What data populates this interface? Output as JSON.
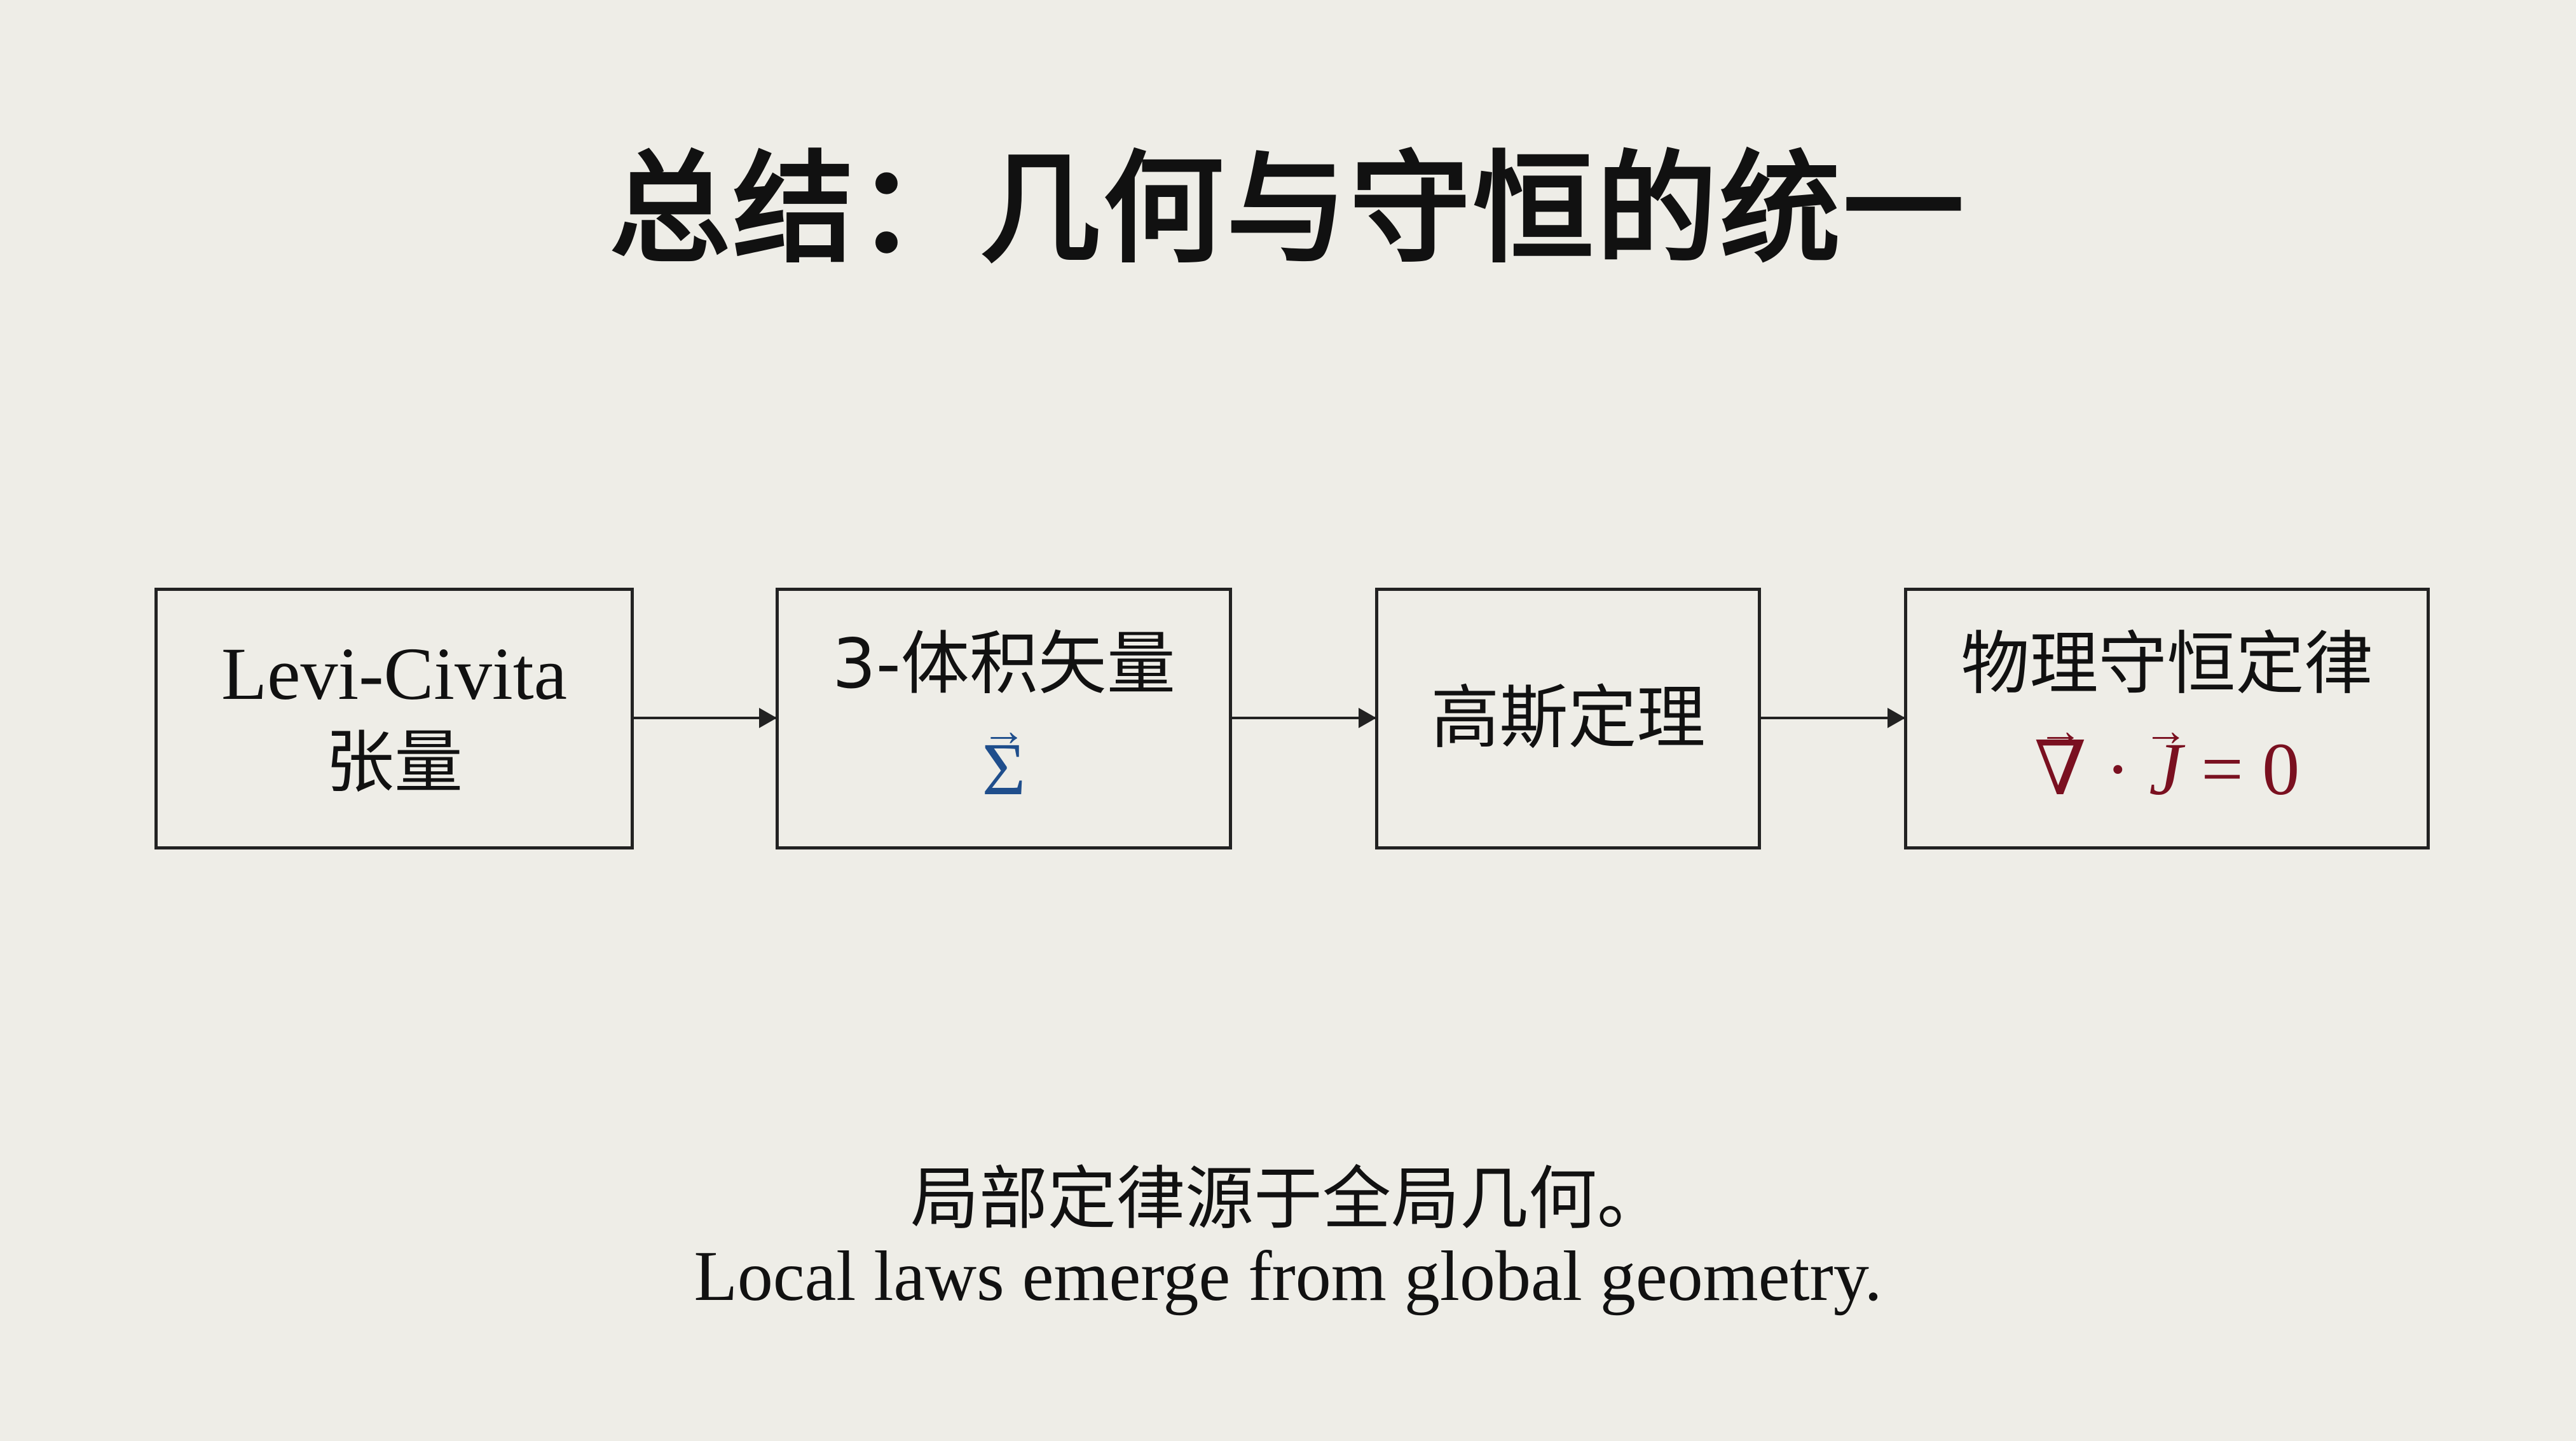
{
  "title": "总结：几何与守恒的统一",
  "flow": [
    {
      "line1": "Levi-Civita",
      "line2": "张量"
    },
    {
      "line1": "3-体积矢量",
      "math": "Σ"
    },
    {
      "line1": "高斯定理"
    },
    {
      "line1": "物理守恒定律",
      "math_parts": [
        "∇",
        "·",
        "J",
        "= 0"
      ]
    }
  ],
  "caption_zh": "局部定律源于全局几何。",
  "caption_en": "Local laws emerge from global geometry.",
  "colors": {
    "background": "#eeede7",
    "sigma": "#1f4e8c",
    "equation": "#7a1020"
  }
}
